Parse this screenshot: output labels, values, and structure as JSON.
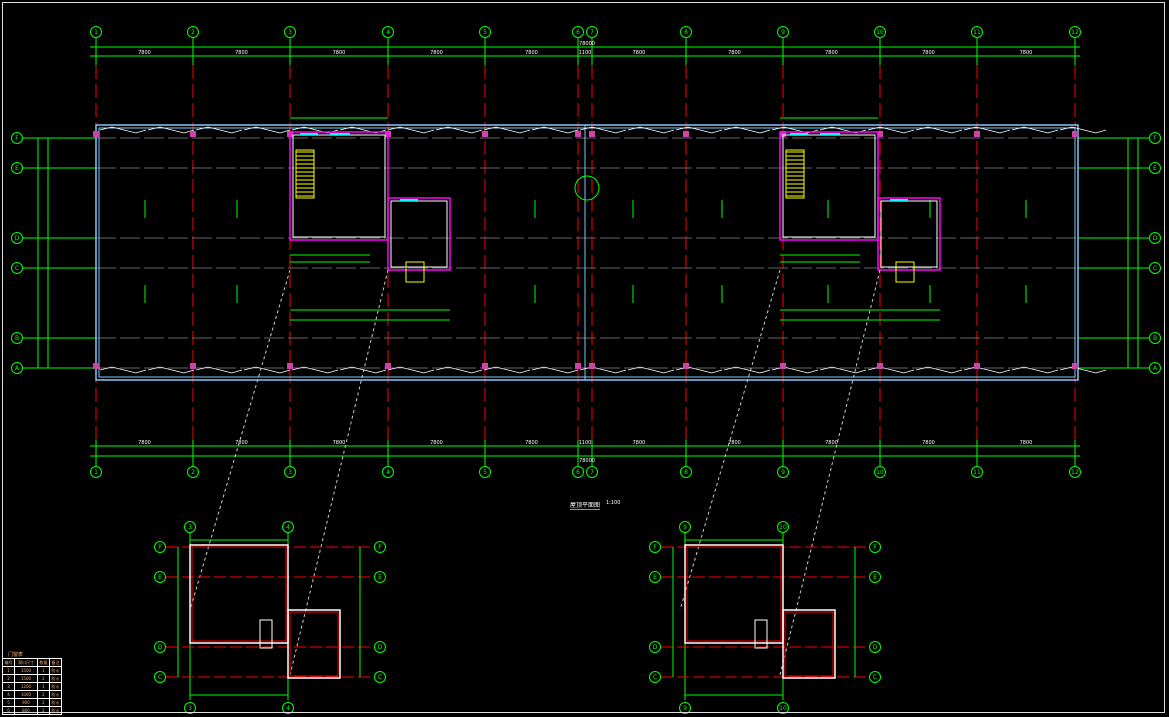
{
  "drawing": {
    "title": "屋顶平面图",
    "scale": "1:100",
    "colors": {
      "axis": "#00ff00",
      "column": "#ff0000",
      "wall": "#ffffff",
      "outline": "#7ec8ff",
      "core": "#ff00ff",
      "stair": "#ffff00",
      "window": "#00ffff"
    },
    "col_axes": [
      "1",
      "2",
      "3",
      "4",
      "5",
      "6",
      "7",
      "8",
      "9",
      "10",
      "11",
      "12"
    ],
    "row_axes": [
      "F",
      "E",
      "D",
      "C",
      "B",
      "A"
    ],
    "bay_dims": [
      "7800",
      "7800",
      "7800",
      "7800",
      "7800",
      "1100",
      "7800",
      "7800",
      "7800",
      "7800",
      "7800"
    ],
    "total_dim": "78000",
    "detail_left": {
      "cols": [
        "3",
        "4"
      ],
      "rows": [
        "F",
        "E",
        "D",
        "C"
      ]
    },
    "detail_right": {
      "cols": [
        "9",
        "10"
      ],
      "rows": [
        "F",
        "E",
        "D",
        "C"
      ]
    }
  },
  "legend": {
    "title": "门窗表",
    "headers": [
      "编号",
      "洞口尺寸",
      "数量",
      "备注"
    ],
    "rows": [
      [
        "1",
        "1500",
        "1",
        "防火"
      ],
      [
        "2",
        "1500",
        "2",
        "防火"
      ],
      [
        "3",
        "1200",
        "1",
        "防火"
      ],
      [
        "4",
        "1000",
        "2",
        "防火"
      ],
      [
        "5",
        "900",
        "2",
        "防火"
      ],
      [
        "6",
        "800",
        "2",
        "防火"
      ]
    ]
  }
}
